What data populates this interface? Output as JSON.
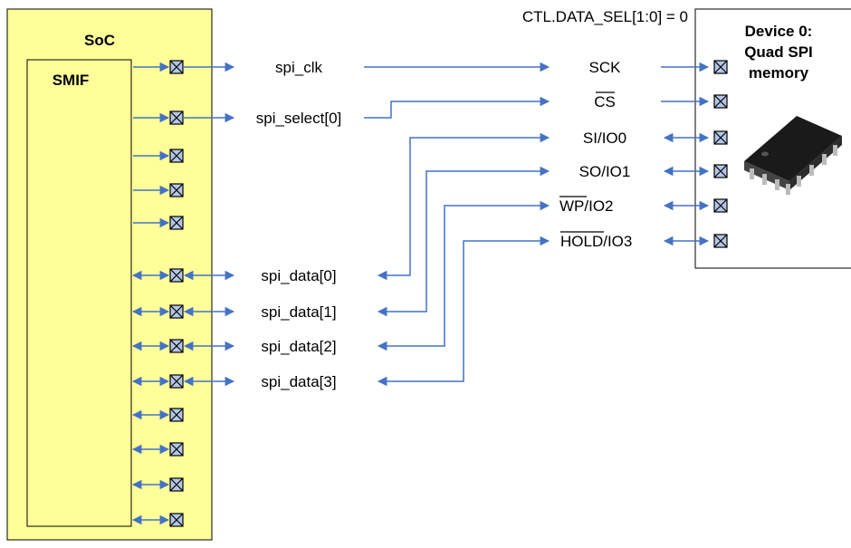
{
  "soc": {
    "title": "SoC",
    "block": "SMIF"
  },
  "config_label": "CTL.DATA_SEL[1:0] = 0",
  "device": {
    "title_line1": "Device 0:",
    "title_line2": "Quad SPI",
    "title_line3": "memory"
  },
  "signals": {
    "clk": "spi_clk",
    "select": "spi_select[0]",
    "data0": "spi_data[0]",
    "data1": "spi_data[1]",
    "data2": "spi_data[2]",
    "data3": "spi_data[3]"
  },
  "pins": {
    "sck": "SCK",
    "cs": "CS",
    "io0": "SI/IO0",
    "io1": "SO/IO1",
    "wp": "WP",
    "io2_suffix": "/IO2",
    "hold": "HOLD",
    "io3_suffix": "/IO3"
  },
  "colors": {
    "soc_fill": "#ffff99",
    "wire": "#4472c4",
    "pad_fill": "#b4c7e7"
  }
}
